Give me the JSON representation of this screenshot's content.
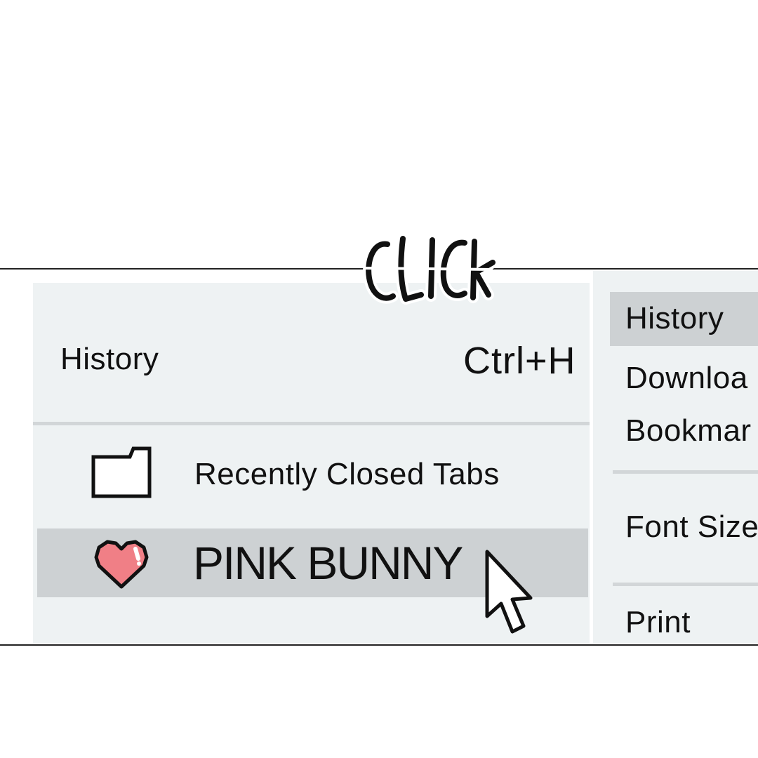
{
  "sound_effect": "CLICK",
  "history_submenu": {
    "title": "History",
    "shortcut": "Ctrl+H",
    "items": [
      {
        "label": "Recently Closed Tabs",
        "icon": "folder-icon"
      },
      {
        "label": "PINK BUNNY",
        "icon": "heart-icon",
        "highlighted": true
      }
    ]
  },
  "main_menu": {
    "items": [
      {
        "label": "History",
        "highlighted": true
      },
      {
        "label": "Downloa"
      },
      {
        "label": "Bookmar"
      },
      {
        "label": "Font Size"
      },
      {
        "label": "Print"
      }
    ]
  },
  "colors": {
    "menu_background": "#eef2f3",
    "highlight": "#cdd1d3",
    "separator": "#d2d6d8",
    "heart": "#f07f86"
  }
}
